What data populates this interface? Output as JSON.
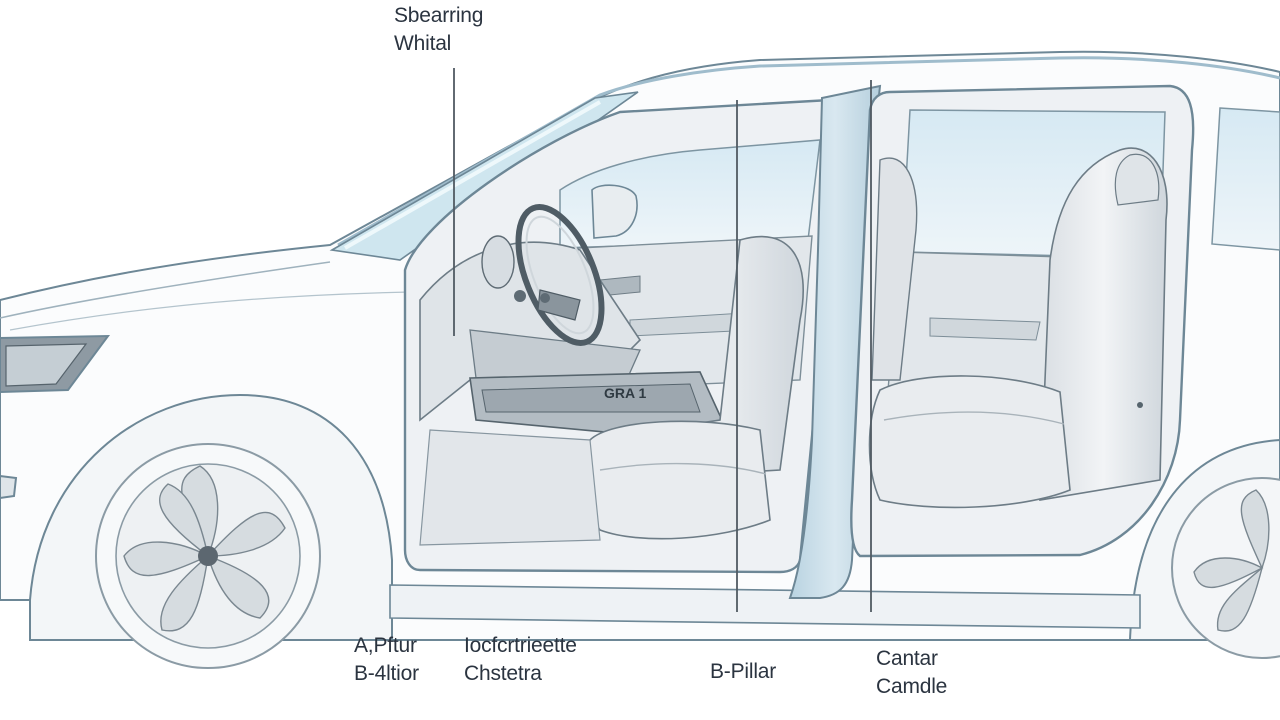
{
  "labels": {
    "steering_wheel": {
      "line1": "Sbearring",
      "line2": "Whital"
    },
    "a_pillar": {
      "line1": "A,Pftur",
      "line2": "B-4ltior"
    },
    "instrument": {
      "line1": "Iocfcrtrieette",
      "line2": "Chstetra"
    },
    "b_pillar": {
      "line1": "B-Pillar"
    },
    "center_console": {
      "line1": "Cantar",
      "line2": "Camdle"
    },
    "console_badge": "GRA 1"
  },
  "colors": {
    "outline": "#6d8796",
    "body_fill": "#fbfcfd",
    "pillar_blue": "#c9dde8",
    "glass": "#dcecf4",
    "interior": "#e4e8ec",
    "seat": "#e9ecef",
    "seat_shade": "#cfd5db",
    "dark_interior": "#b9c1c8"
  }
}
